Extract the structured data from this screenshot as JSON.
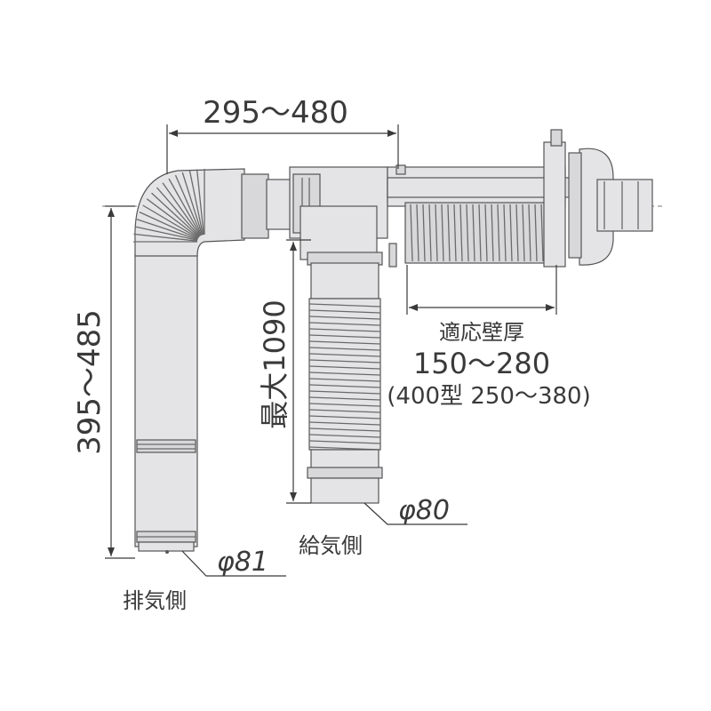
{
  "dimensions": {
    "horizontal_length": "295～480",
    "exhaust_height": "395～485",
    "max_length": "最大1090",
    "wall_thickness_title": "適応壁厚",
    "wall_thickness_value": "150～280",
    "wall_thickness_400": "(400型 250～380)",
    "supply_diameter": "φ80",
    "exhaust_diameter": "φ81"
  },
  "labels": {
    "supply_side": "給気側",
    "exhaust_side": "排気側"
  }
}
